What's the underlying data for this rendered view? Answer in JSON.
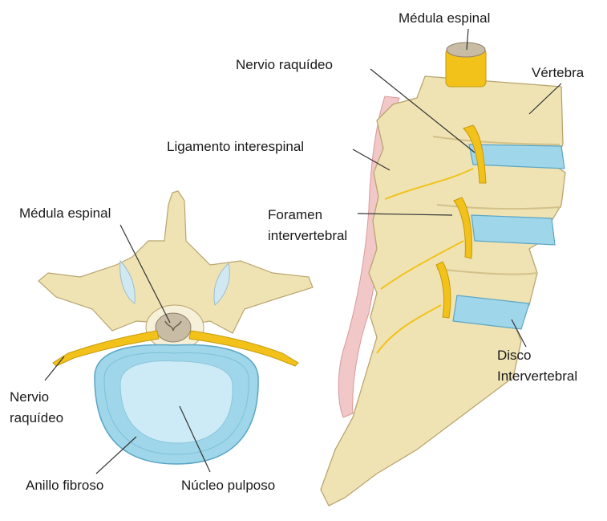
{
  "diagram": {
    "labels": {
      "medula_espinal_top": "Médula espinal",
      "nervio_raquideo_top": "Nervio raquídeo",
      "vertebra": "Vértebra",
      "ligamento_interespinal": "Ligamento interespinal",
      "foramen_line1": "Foramen",
      "foramen_line2": "intervertebral",
      "disco_line1": "Disco",
      "disco_line2": "Intervertebral",
      "medula_espinal_left": "Médula espinal",
      "nervio_raquideo_left_line1": "Nervio",
      "nervio_raquideo_left_line2": "raquídeo",
      "anillo_fibroso": "Anillo fibroso",
      "nucleo_pulposo": "Núcleo pulposo"
    },
    "colors": {
      "bone": "#efe3b4",
      "bone_shadow": "#d2c189",
      "disc": "#9fd6ea",
      "disc_light": "#cdebf6",
      "nerve": "#f2c21b",
      "ligament": "#f1c7c7",
      "cord": "#c9bca4"
    }
  }
}
